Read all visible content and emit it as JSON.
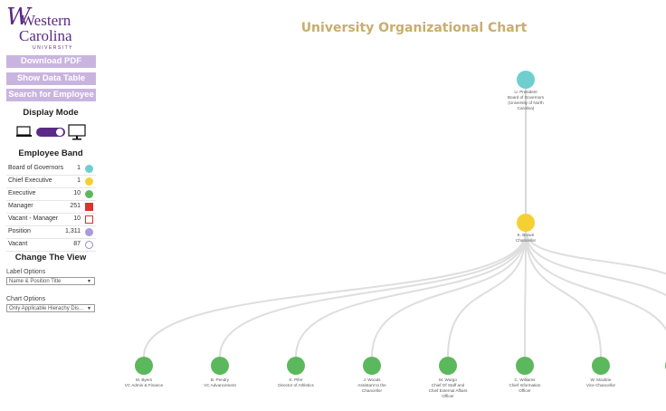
{
  "logo": {
    "line1": "Western",
    "line2": "Carolina",
    "line3": "UNIVERSITY"
  },
  "buttons": {
    "download": "Download PDF",
    "show_table": "Show Data Table",
    "search": "Search for Employee"
  },
  "display_mode": {
    "title": "Display Mode",
    "toggle_on": true
  },
  "employee_band": {
    "title": "Employee Band",
    "rows": [
      {
        "label": "Board of Governors",
        "count": "1",
        "marker": "circle",
        "color": "#6fcfcf"
      },
      {
        "label": "Chief Executive",
        "count": "1",
        "marker": "circle",
        "color": "#f5d033"
      },
      {
        "label": "Executive",
        "count": "10",
        "marker": "circle",
        "color": "#5cb85c"
      },
      {
        "label": "Manager",
        "count": "251",
        "marker": "square",
        "color": "#e03030"
      },
      {
        "label": "Vacant - Manager",
        "count": "10",
        "marker": "square-outline",
        "color": "#e03030"
      },
      {
        "label": "Position",
        "count": "1,311",
        "marker": "circle",
        "color": "#a99bd9"
      },
      {
        "label": "Vacant",
        "count": "87",
        "marker": "circle-outline",
        "color": "#9b8dc8"
      }
    ]
  },
  "change_view": {
    "title": "Change The View",
    "label_options": {
      "label": "Label Options",
      "value": "Name & Position Title"
    },
    "chart_options": {
      "label": "Chart Options",
      "value": "Only Applicable Hierachy Dis..."
    }
  },
  "page_title": "University Organizational Chart",
  "org": {
    "root": {
      "name": "U. President",
      "lines": [
        "Board of Governors",
        "(University of North",
        "Carolina)"
      ],
      "color": "#6fcfcf"
    },
    "chancellor": {
      "name": "K. Brown",
      "lines": [
        "Chancellor"
      ],
      "color": "#f5d033"
    },
    "children": [
      {
        "name": "M. Byers",
        "lines": [
          "VC Admin & Finance"
        ],
        "color": "#5cb85c"
      },
      {
        "name": "B. Pendry",
        "lines": [
          "VC Advancement"
        ],
        "color": "#5cb85c"
      },
      {
        "name": "K. Pifer",
        "lines": [
          "Director of Athletics"
        ],
        "color": "#5cb85c"
      },
      {
        "name": "J. Woods",
        "lines": [
          "Assistant to the",
          "Chancellor"
        ],
        "color": "#5cb85c"
      },
      {
        "name": "M. Worgo",
        "lines": [
          "Chief Of Staff and",
          "Chief External Affairs",
          "Officer"
        ],
        "color": "#5cb85c"
      },
      {
        "name": "C. Williams",
        "lines": [
          "Chief Information",
          "Officer"
        ],
        "color": "#5cb85c"
      },
      {
        "name": "W. Moultrie",
        "lines": [
          "Vice Chancellor"
        ],
        "color": "#5cb85c"
      }
    ]
  }
}
